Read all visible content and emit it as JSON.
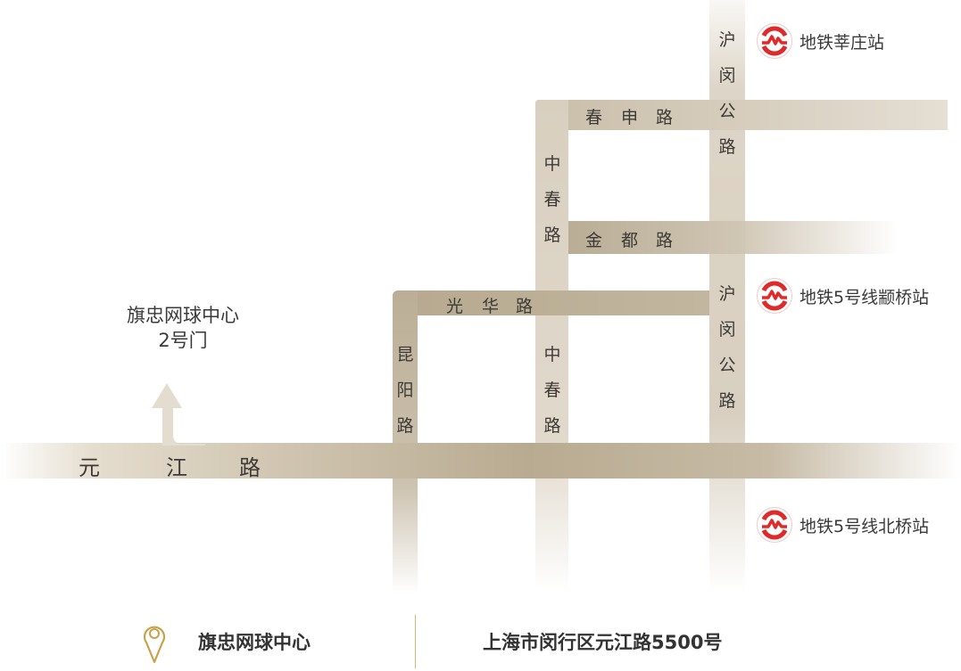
{
  "roads": {
    "yuanjiang": [
      "元",
      "江",
      "路"
    ],
    "kunyang": [
      "昆",
      "阳",
      "路"
    ],
    "guanghua": [
      "光",
      "华",
      "路"
    ],
    "zhongchun_upper": [
      "中",
      "春",
      "路"
    ],
    "zhongchun_lower": [
      "中",
      "春",
      "路"
    ],
    "chunshen": [
      "春",
      "申",
      "路"
    ],
    "jindu": [
      "金",
      "都",
      "路"
    ],
    "humin_upper": [
      "沪",
      "闵",
      "公",
      "路"
    ],
    "humin_lower": [
      "沪",
      "闵",
      "公",
      "路"
    ]
  },
  "gate": {
    "line1": "旗忠网球中心",
    "line2": "2号门"
  },
  "metro": [
    {
      "label": "地铁莘庄站",
      "icon": "shanghai-metro-logo"
    },
    {
      "label": "地铁5号线颛桥站",
      "icon": "shanghai-metro-logo"
    },
    {
      "label": "地铁5号线北桥站",
      "icon": "shanghai-metro-logo"
    }
  ],
  "footer": {
    "name": "旗忠网球中心",
    "address": "上海市闵行区元江路5500号",
    "icon": "location-pin-icon"
  },
  "colors": {
    "road_dark": "#b9ac94",
    "road_light": "#e2dbcf",
    "metro_red": "#e02a2a",
    "gold": "#c8a24a"
  }
}
